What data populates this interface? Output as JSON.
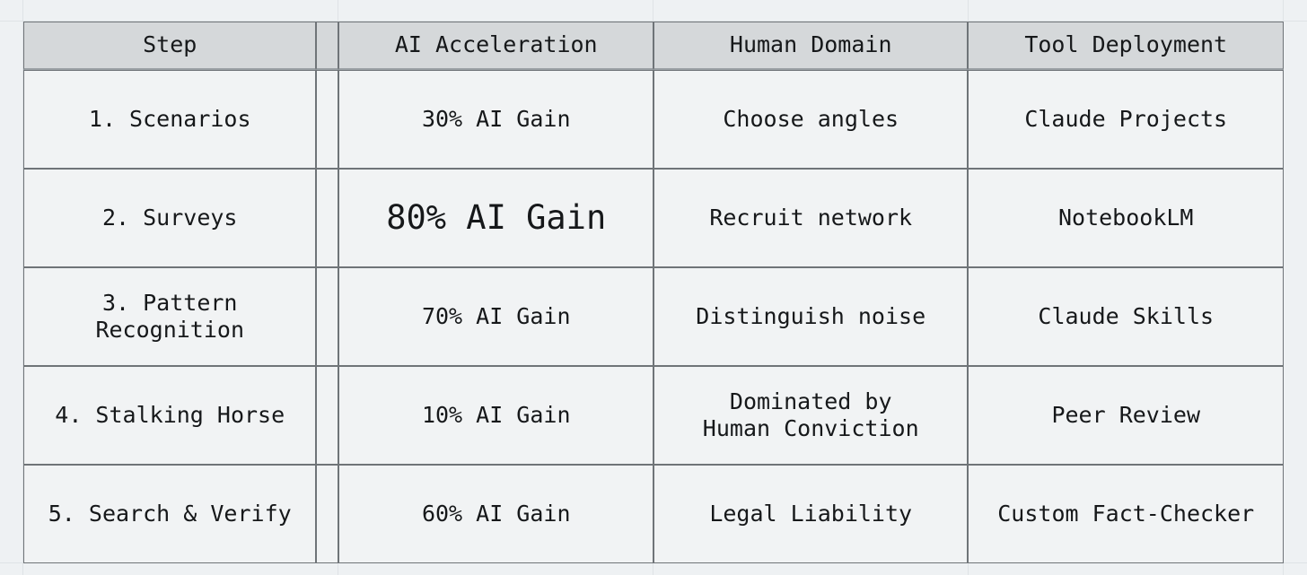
{
  "table": {
    "columns": [
      {
        "key": "step",
        "label": "Step",
        "align": "left"
      },
      {
        "key": "ai",
        "label": "AI Acceleration",
        "align": "center"
      },
      {
        "key": "human",
        "label": "Human Domain",
        "align": "center"
      },
      {
        "key": "tool",
        "label": "Tool Deployment",
        "align": "center"
      }
    ],
    "rows": [
      {
        "step": "1. Scenarios",
        "ai": "30% AI Gain",
        "ai_highlight": "none",
        "human": "Choose angles",
        "human_highlight": "none",
        "tool": "Claude Projects"
      },
      {
        "step": "2. Surveys",
        "ai": "80% AI Gain",
        "ai_highlight": "blue-large",
        "human": "Recruit network",
        "human_highlight": "none",
        "tool": "NotebookLM"
      },
      {
        "step": "3. Pattern\n   Recognition",
        "ai": "70% AI Gain",
        "ai_highlight": "blue",
        "human": "Distinguish noise",
        "human_highlight": "none",
        "tool": "Claude Skills"
      },
      {
        "step": "4. Stalking Horse",
        "ai": "10% AI Gain",
        "ai_highlight": "none",
        "human": "Dominated by\nHuman Conviction",
        "human_highlight": "orange",
        "tool": "Peer Review"
      },
      {
        "step": "5. Search & Verify",
        "ai": "60% AI Gain",
        "ai_highlight": "blue",
        "human": "Legal Liability",
        "human_highlight": "none",
        "tool": "Custom Fact-Checker"
      }
    ]
  },
  "colors": {
    "highlight_blue": "#2C60B5",
    "highlight_orange": "#C15C3C",
    "header_background": "#D5D8DA",
    "cell_background": "#F1F3F4",
    "page_background": "#EEF1F3",
    "border": "#6F7478"
  }
}
